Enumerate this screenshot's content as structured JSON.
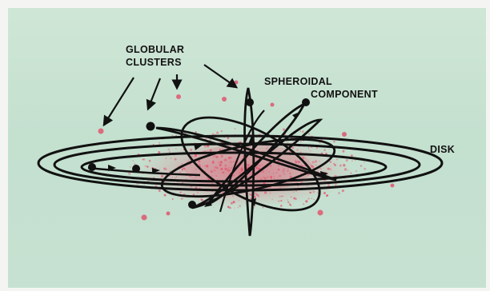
{
  "diagram": {
    "labels": {
      "globular_line1": "GLOBULAR",
      "globular_line2": "CLUSTERS",
      "spheroidal_line1": "SPHEROIDAL",
      "spheroidal_line2": "COMPONENT",
      "disk": "DISK"
    },
    "colors": {
      "background": "#c6e1d1",
      "ink": "#111111",
      "stars": "#e0566f"
    }
  }
}
